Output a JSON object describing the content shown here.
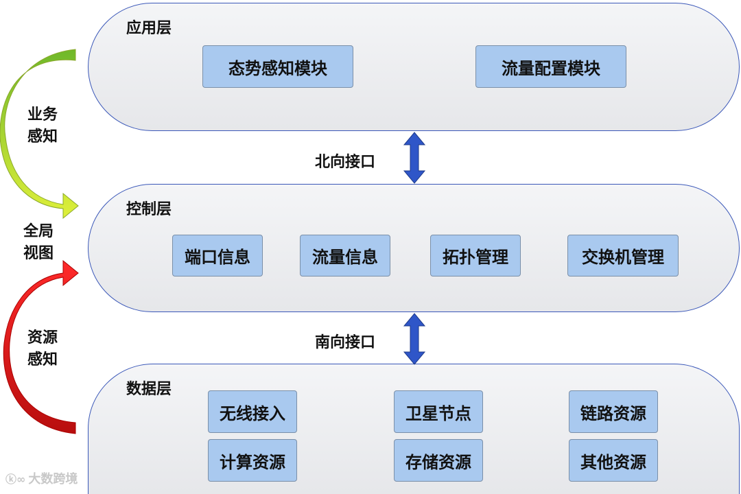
{
  "layers": {
    "application": {
      "title": "应用层",
      "modules": [
        "态势感知模块",
        "流量配置模块"
      ]
    },
    "control": {
      "title": "控制层",
      "modules": [
        "端口信息",
        "流量信息",
        "拓扑管理",
        "交换机管理"
      ]
    },
    "data": {
      "title": "数据层",
      "modules": [
        "无线接入",
        "卫星节点",
        "链路资源",
        "计算资源",
        "存储资源",
        "其他资源"
      ]
    }
  },
  "interfaces": {
    "north": "北向接口",
    "south": "南向接口"
  },
  "side_labels": {
    "business_line1": "业务",
    "business_line2": "感知",
    "global_line1": "全局",
    "global_line2": "视图",
    "resource_line1": "资源",
    "resource_line2": "感知"
  },
  "watermark": "大数跨境",
  "colors": {
    "module_fill": "#a9c9ef",
    "layer_border": "#3a57b8",
    "interface_arrow": "#2f56c8",
    "business_arrow": "#9acd32",
    "resource_arrow": "#d41414"
  }
}
